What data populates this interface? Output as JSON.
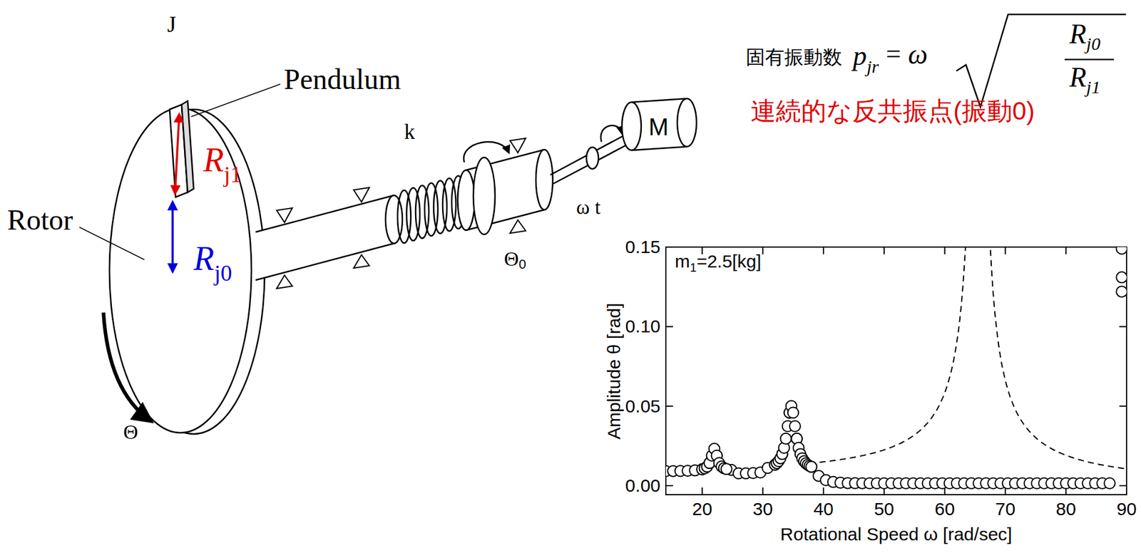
{
  "diagram": {
    "labels": [
      "J",
      "Pendulum",
      "R",
      "j1",
      "Rotor",
      "R",
      "j0",
      "k",
      "M",
      "ω t",
      "Θ",
      "0",
      "Θ",
      "固有振動数",
      "p",
      "jr",
      "=",
      "ω",
      "R",
      "j0",
      "R",
      "j1",
      "連続的な反共振点(振動0)",
      "m",
      "1",
      "=2.5[kg]",
      "0.15",
      "0.10",
      "0.05",
      "0.00",
      "20",
      "30",
      "40",
      "50",
      "60",
      "70",
      "80",
      "90",
      "Amplitude θ [rad]",
      "Rotational Speed ω [rad/sec]"
    ]
  }
}
